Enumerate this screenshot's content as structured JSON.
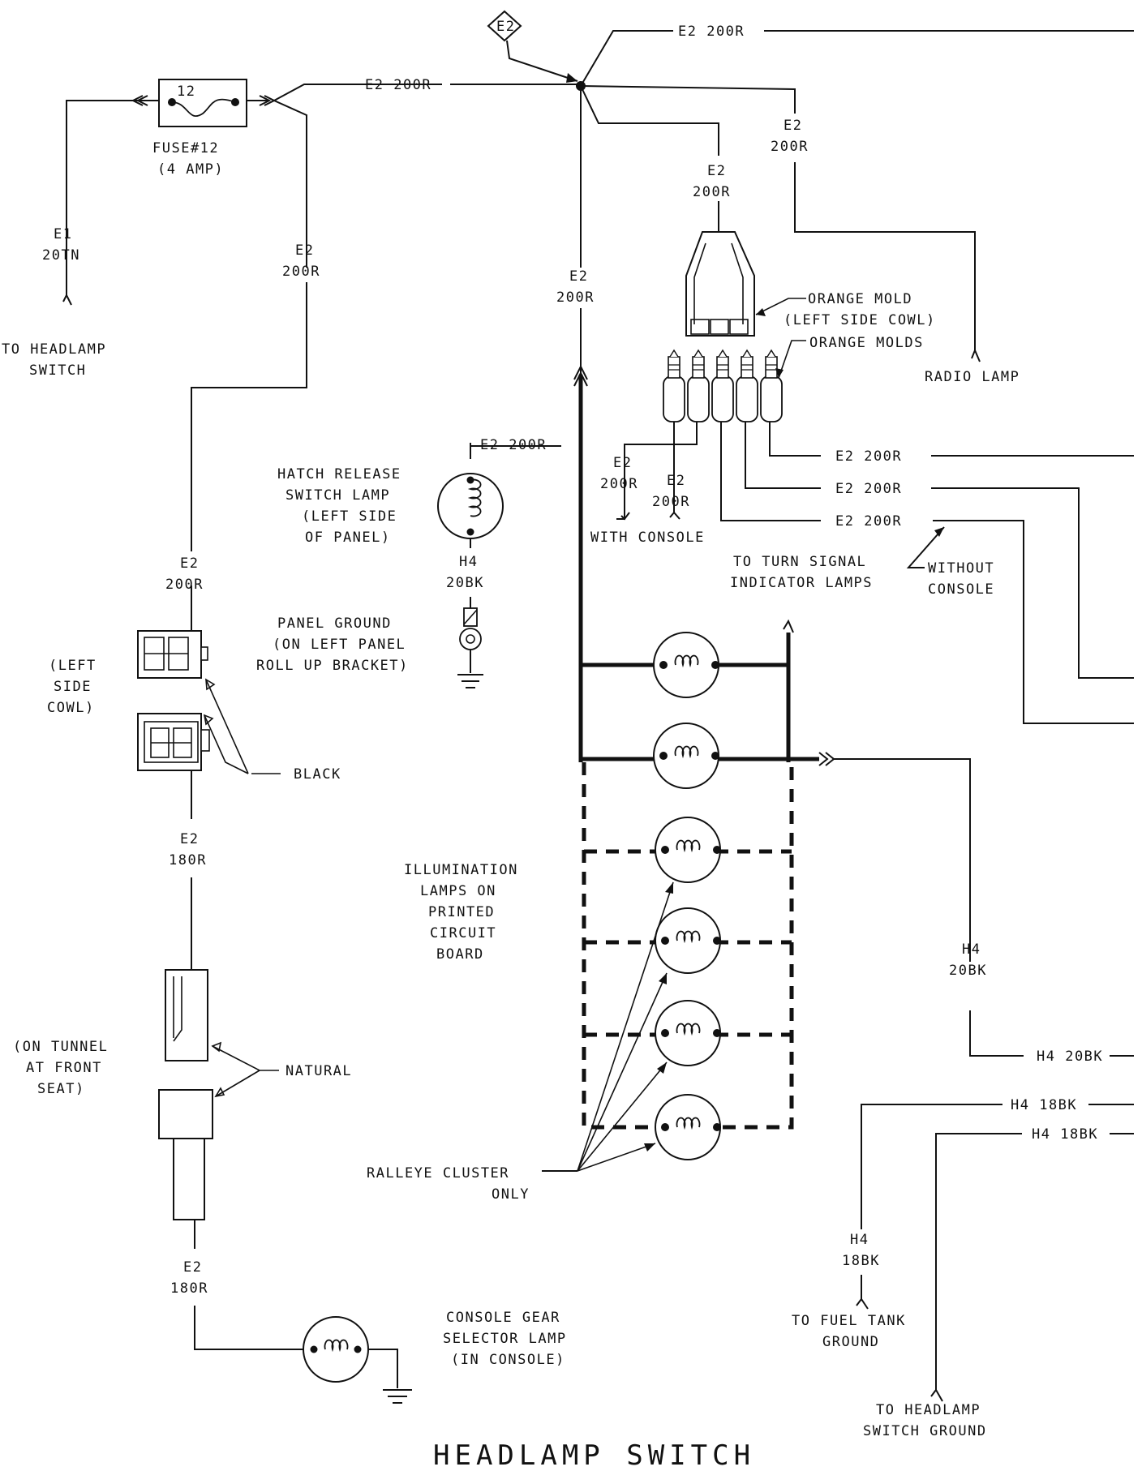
{
  "wires": {
    "e2_top": "E2",
    "e2_200r_top": "E2 200R",
    "e2_200r_fuse_out": "E2 200R",
    "e1": "E1",
    "20tn": "20TN",
    "e2_left_a": "E2",
    "200r_left_a": "200R",
    "e2_center": "E2",
    "200r_center": "200R",
    "e2_mold": "E2",
    "200r_mold": "200R",
    "e2_radio": "E2",
    "200r_radio": "200R",
    "e2_200r_hatch": "E2 200R",
    "h4_hatch": "H4",
    "20bk_hatch": "20BK",
    "e2_200r_out1": "E2 200R",
    "e2_200r_out2": "E2 200R",
    "e2_200r_out3": "E2 200R",
    "e2_console_a": "E2",
    "200r_console_a": "200R",
    "e2_console_b": "E2",
    "200r_console_b": "200R",
    "e2_left_b": "E2",
    "200r_left_b": "200R",
    "e2_left_c": "E2",
    "180r_left_c": "180R",
    "e2_left_d": "E2",
    "180r_left_d": "180R",
    "h4_right": "H4",
    "20bk_right": "20BK",
    "h4_20bk": "H4 20BK",
    "h4_18bk_a": "H4 18BK",
    "h4_18bk_b": "H4 18BK",
    "h4_fuel": "H4",
    "18bk_fuel": "18BK"
  },
  "labels": {
    "fuse_num": "12",
    "fuse_name": "FUSE#12",
    "fuse_rating": "(4 AMP)",
    "to_headlamp_1": "TO HEADLAMP",
    "to_headlamp_2": "SWITCH",
    "orange_mold": "ORANGE MOLD",
    "left_side_cowl_paren": "(LEFT SIDE COWL)",
    "orange_molds": "ORANGE MOLDS",
    "radio_lamp": "RADIO LAMP",
    "hatch_1": "HATCH RELEASE",
    "hatch_2": "SWITCH LAMP",
    "hatch_3": "(LEFT SIDE",
    "hatch_4": "OF PANEL)",
    "with_console": "WITH CONSOLE",
    "turn_signal_1": "TO TURN SIGNAL",
    "turn_signal_2": "INDICATOR LAMPS",
    "without_1": "WITHOUT",
    "without_2": "CONSOLE",
    "panel_ground_1": "PANEL GROUND",
    "panel_ground_2": "(ON LEFT PANEL",
    "panel_ground_3": "ROLL UP BRACKET)",
    "cowl_1": "(LEFT",
    "cowl_2": "SIDE",
    "cowl_3": "COWL)",
    "black": "BLACK",
    "illum_1": "ILLUMINATION",
    "illum_2": "LAMPS ON",
    "illum_3": "PRINTED",
    "illum_4": "CIRCUIT",
    "illum_5": "BOARD",
    "tunnel_1": "(ON TUNNEL",
    "tunnel_2": "AT FRONT",
    "tunnel_3": "SEAT)",
    "natural": "NATURAL",
    "ralleye_1": "RALLEYE CLUSTER",
    "ralleye_2": "ONLY",
    "fuel_1": "TO FUEL TANK",
    "fuel_2": "GROUND",
    "console_lamp_1": "CONSOLE GEAR",
    "console_lamp_2": "SELECTOR LAMP",
    "console_lamp_3": "(IN CONSOLE)",
    "headlamp_ground_1": "TO HEADLAMP",
    "headlamp_ground_2": "SWITCH GROUND"
  },
  "title": "HEADLAMP SWITCH"
}
